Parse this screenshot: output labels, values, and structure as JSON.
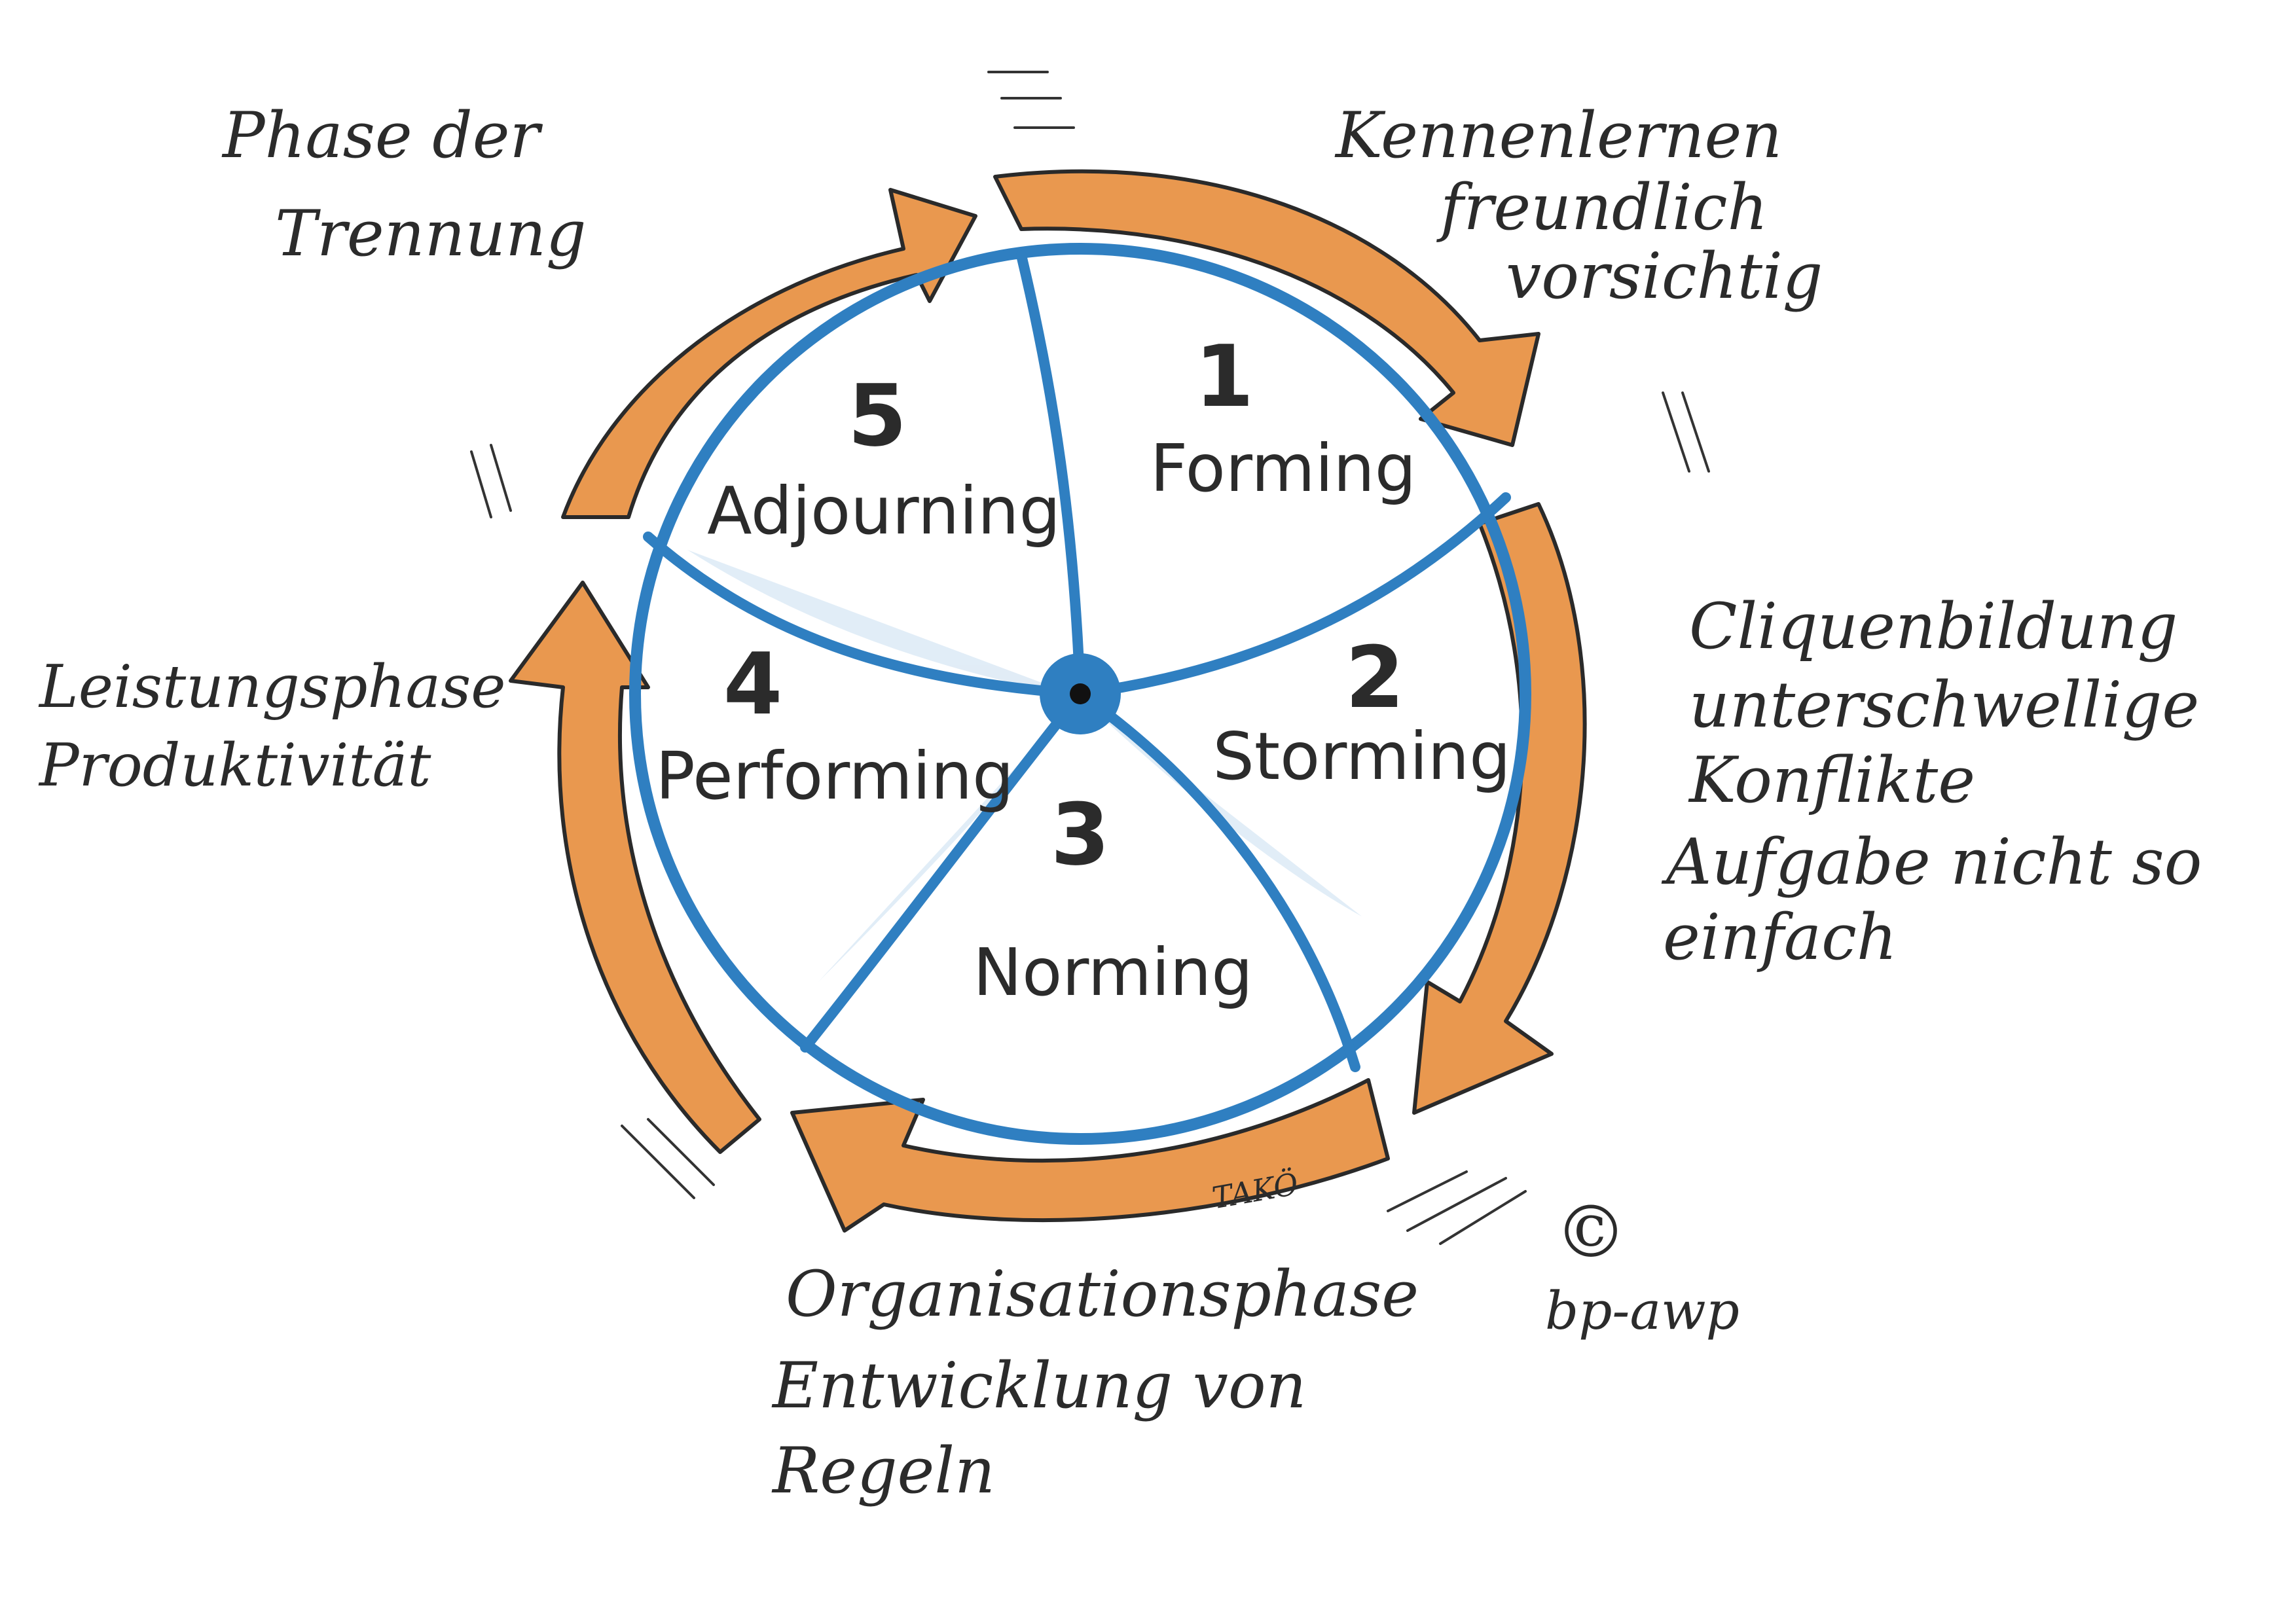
{
  "phases": [
    {
      "number": "1",
      "name": "Forming"
    },
    {
      "number": "2",
      "name": "Storming"
    },
    {
      "number": "3",
      "name": "Norming"
    },
    {
      "number": "4",
      "name": "Performing"
    },
    {
      "number": "5",
      "name": "Adjourning"
    }
  ],
  "notes": {
    "forming": [
      "Kennenlernen",
      "freundlich",
      "vorsichtig"
    ],
    "storming": [
      "Cliquenbildung",
      "unterschwellige",
      "Konflikte",
      "Aufgabe nicht so",
      "einfach"
    ],
    "norming": [
      "Organisationsphase",
      "Entwicklung von",
      "Regeln"
    ],
    "performing": [
      "Leistungsphase",
      "Produktivität"
    ],
    "adjourning": [
      "Phase der",
      "Trennung"
    ]
  },
  "arrow_label": "TAKÖ",
  "copyright_symbol": "©",
  "author": "bp-awp",
  "colors": {
    "arrow_fill": "#E9984F",
    "arrow_stroke": "#2a2a2a",
    "ring": "#2F7FC1",
    "text": "#2b2b2b",
    "shade": "#c9def0"
  }
}
